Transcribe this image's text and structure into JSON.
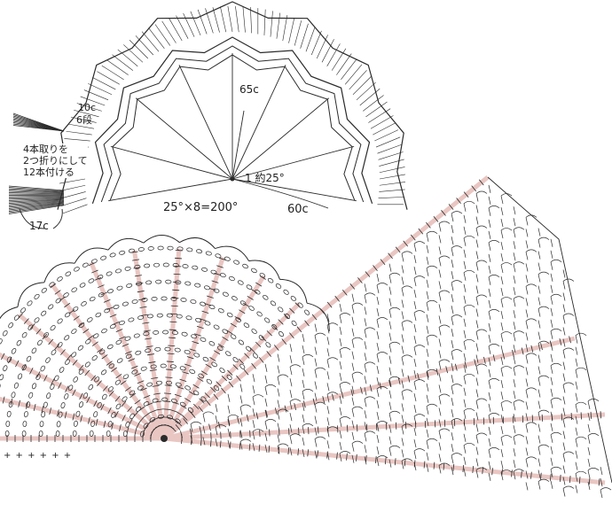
{
  "schematic": {
    "labels": {
      "edge_width": "10c",
      "edge_rows": "6段",
      "fringe_note": "4本取りを\n2つ折りにして\n12本付ける",
      "fringe_length": "17c",
      "radius_outer": "65c",
      "sector_angle": "1 約25°",
      "total_angle": "25°×8=200°",
      "radius_inner": "60c"
    }
  },
  "chart": {
    "stitch_rows_label": "+ + + + + +",
    "colors": {
      "ray_highlight": "#e9c6c2",
      "ink": "#2a2a2a"
    }
  }
}
